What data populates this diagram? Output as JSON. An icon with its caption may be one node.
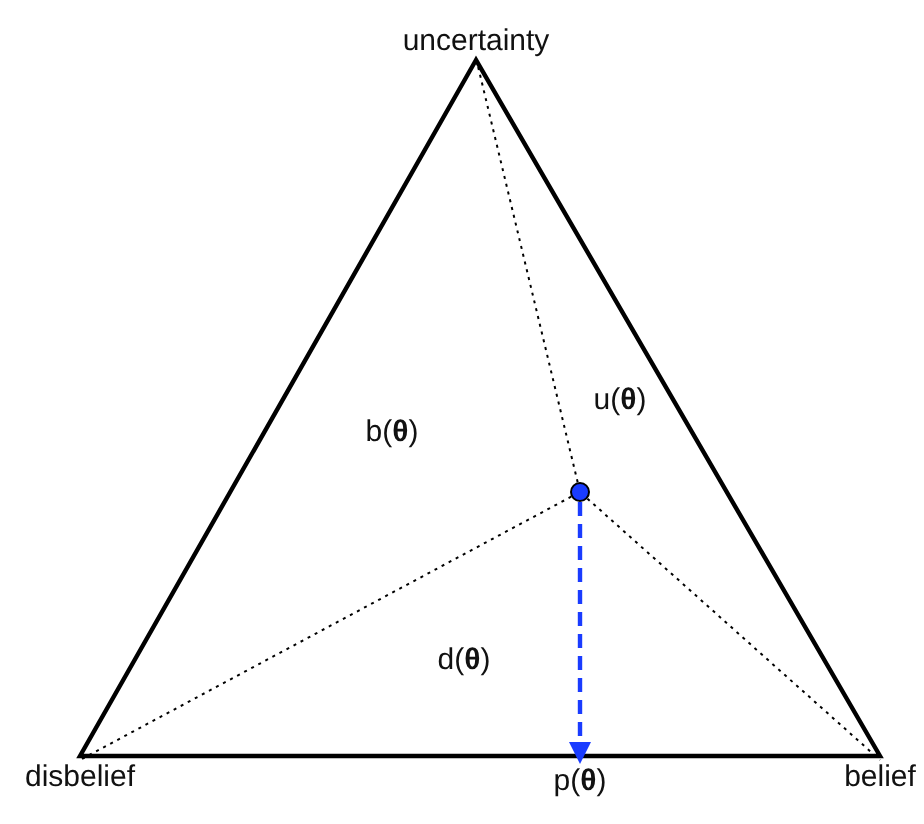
{
  "diagram": {
    "nodes": [
      {
        "text": [
          "uncertainty"
        ]
      },
      {
        "text": [
          "disbelief"
        ]
      },
      {
        "text": [
          "belief"
        ]
      },
      {
        "text": [],
        "shape": "circle"
      },
      {
        "text": [
          "p(**θ**)"
        ]
      }
    ],
    "edges": [
      {
        "from": 3,
        "to": 0,
        "arrow": "none",
        "style": "dashed"
      },
      {
        "from": 3,
        "to": 1,
        "arrow": "none",
        "style": "dashed"
      },
      {
        "from": 3,
        "to": 2,
        "arrow": "none",
        "style": "dashed"
      },
      {
        "from": 3,
        "to": 4,
        "arrow": "to",
        "style": "dashed",
        "color": "#1a3cff"
      }
    ],
    "labels": [
      "b(**θ**)",
      "u(**θ**)",
      "d(**θ**)"
    ]
  }
}
